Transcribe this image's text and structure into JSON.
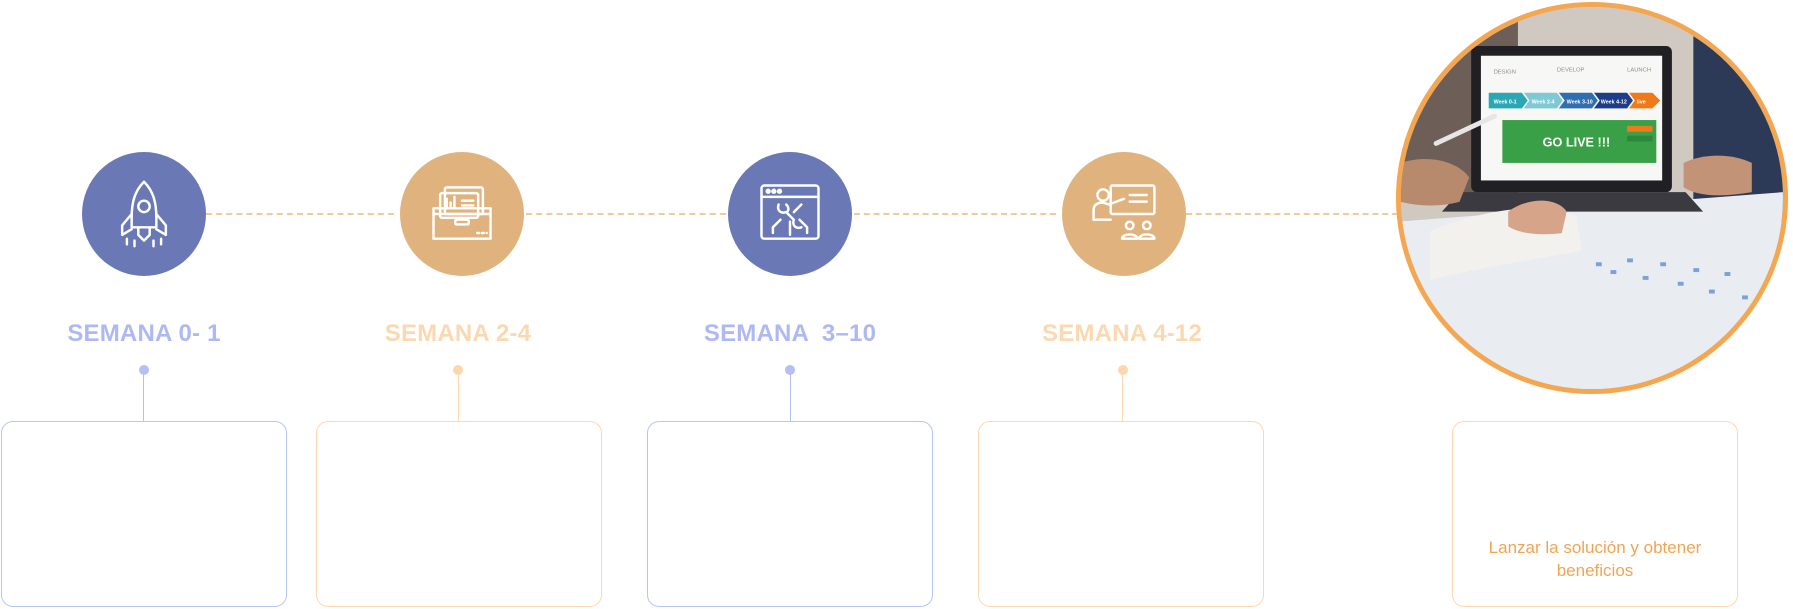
{
  "steps": [
    {
      "label": "SEMANA 0- 1",
      "icon": "rocket-icon",
      "text": ""
    },
    {
      "label": "SEMANA 2-4",
      "icon": "folder-documents-icon",
      "text": ""
    },
    {
      "label": "SEMANA  3–10",
      "icon": "browser-tools-icon",
      "text": ""
    },
    {
      "label": "SEMANA 4-12",
      "icon": "presentation-audience-icon",
      "text": ""
    }
  ],
  "final": {
    "text": "Lanzar la solución y obtener beneficios",
    "photo": {
      "screen_headline": "GO LIVE !!!",
      "phases": [
        "DESIGN",
        "DEVELOP",
        "LAUNCH"
      ],
      "weeks": [
        "Week 0-1",
        "Week 2-4",
        "Week 3-10",
        "Week 4-12",
        "live"
      ]
    }
  },
  "colors": {
    "blue_circle": "#6a78b6",
    "orange_circle": "#dfb27e",
    "blue_label": "#aeb8f2",
    "orange_label": "#fbd8b0",
    "accent_orange": "#f4a750"
  }
}
